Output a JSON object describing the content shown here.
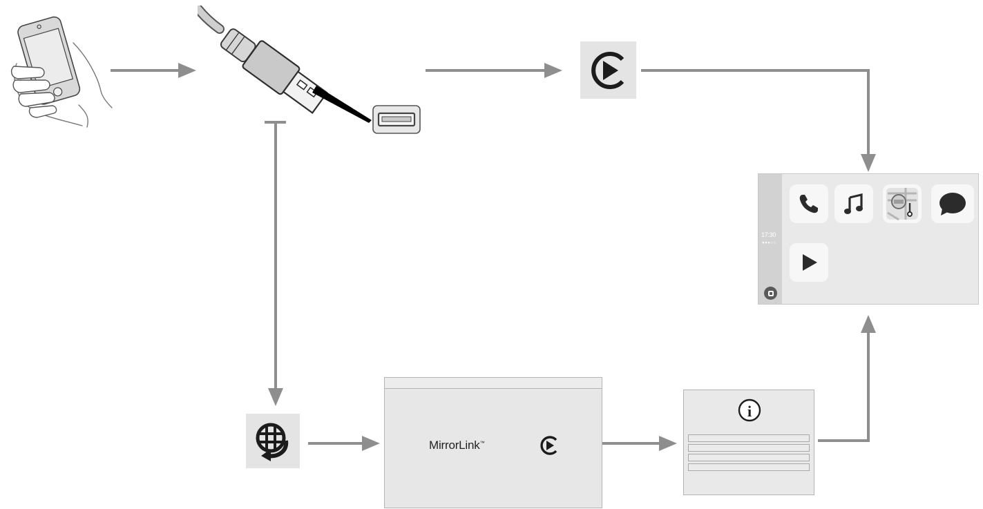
{
  "diagram": {
    "nodes": [
      {
        "id": "smartphone",
        "icon": "smartphone-in-hand-icon"
      },
      {
        "id": "usb-cable",
        "icon": "usb-plug-icon"
      },
      {
        "id": "usb-port",
        "icon": "usb-port-icon"
      },
      {
        "id": "carplay",
        "icon": "carplay-play-icon"
      },
      {
        "id": "connect-app",
        "icon": "globe-connect-icon"
      },
      {
        "id": "mirrorlink-screen",
        "icon": "mirrorlink-window"
      },
      {
        "id": "info-screen",
        "icon": "info-icon"
      },
      {
        "id": "carplay-home-screen",
        "icon": "carplay-home-screen"
      }
    ],
    "edges": [
      {
        "from": "smartphone",
        "to": "usb-cable"
      },
      {
        "from": "usb-cable",
        "to": "carplay"
      },
      {
        "from": "carplay",
        "to": "carplay-home-screen"
      },
      {
        "from": "usb-cable",
        "to": "connect-app"
      },
      {
        "from": "connect-app",
        "to": "mirrorlink-screen"
      },
      {
        "from": "mirrorlink-screen",
        "to": "info-screen"
      },
      {
        "from": "info-screen",
        "to": "carplay-home-screen"
      }
    ]
  },
  "carplay_screen": {
    "time": "17:30",
    "signal": "●●●○○",
    "apps": [
      {
        "name": "phone",
        "icon": "phone-icon"
      },
      {
        "name": "music",
        "icon": "music-note-icon"
      },
      {
        "name": "maps",
        "icon": "maps-icon"
      },
      {
        "name": "messages",
        "icon": "speech-bubble-icon"
      },
      {
        "name": "play",
        "icon": "play-icon"
      }
    ]
  },
  "mirrorlink": {
    "logo_text": "MirrorLink",
    "logo_tm": "™"
  },
  "info_panel": {
    "icon": "info-icon",
    "symbol": "i",
    "rows": 4
  },
  "colors": {
    "arrow": "#8e8e8e",
    "tile": "#e4e4e4",
    "screen": "#e9e9e9",
    "sidebar": "#d2d2d2",
    "icon_dark": "#1c1c1c"
  }
}
